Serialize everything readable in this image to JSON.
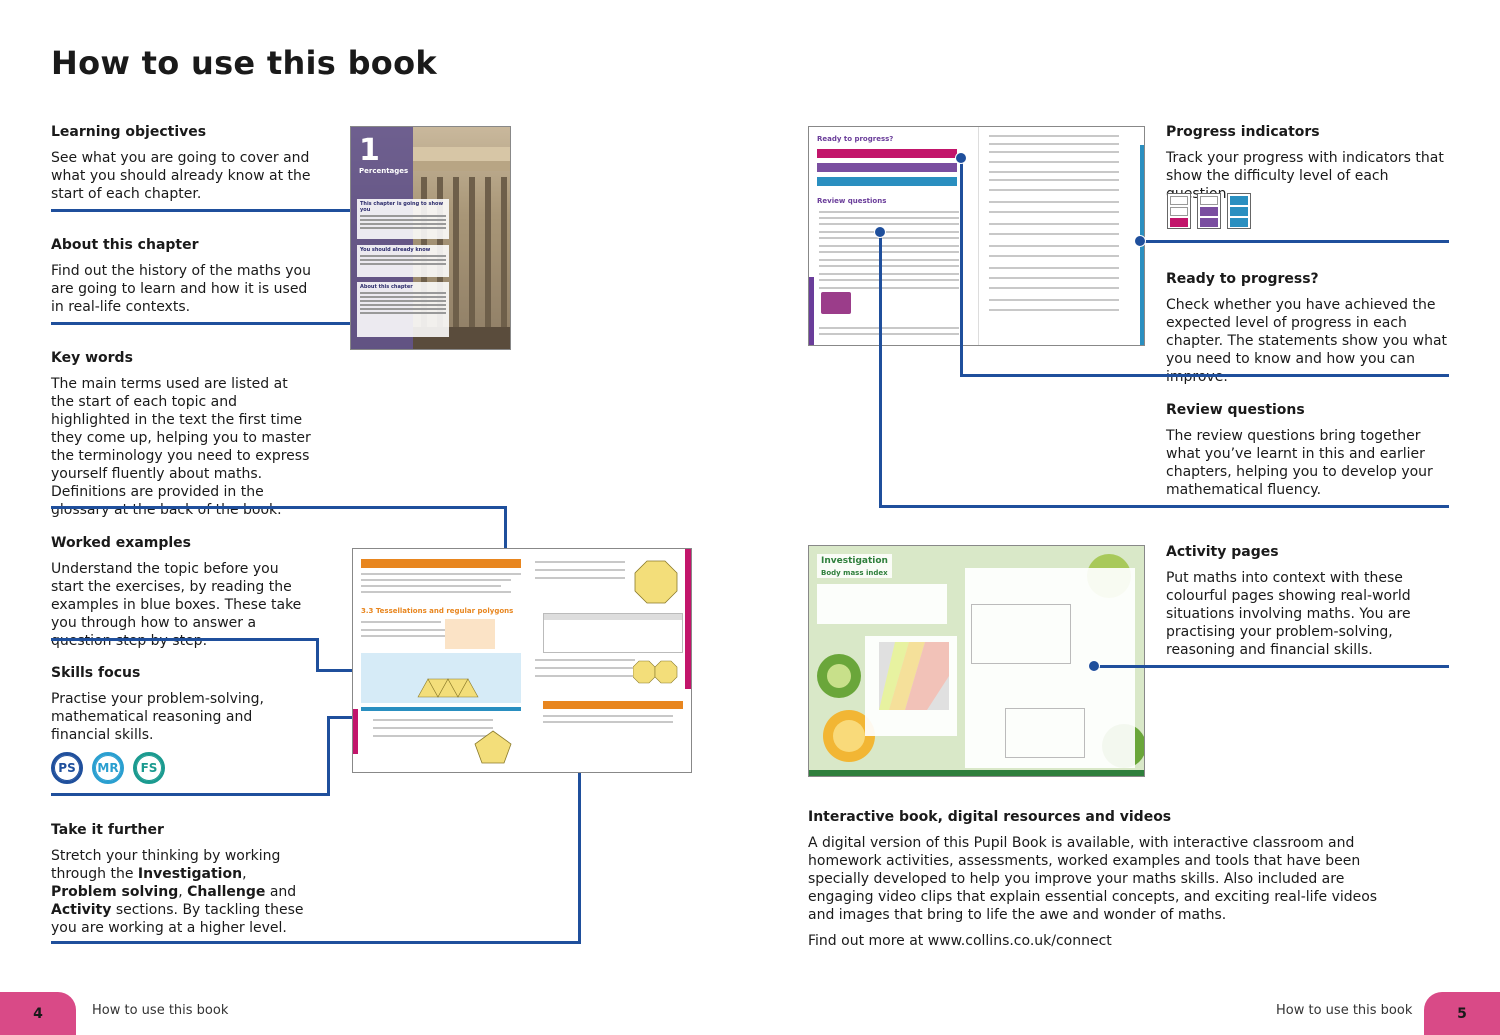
{
  "title": "How to use this book",
  "sections": {
    "learning_objectives": {
      "heading": "Learning objectives",
      "text": "See what you are going to cover and what you should already know at the start of each chapter."
    },
    "about_chapter": {
      "heading": "About this chapter",
      "text": "Find out the history of the maths you are going to learn and how it is used in real-life contexts."
    },
    "key_words": {
      "heading": "Key words",
      "text": "The main terms used are listed at the start of each topic and highlighted in the text the first time they come up, helping you to master the terminology you need to express yourself fluently about maths. Definitions are provided in the glossary at the back of the book."
    },
    "worked_examples": {
      "heading": "Worked examples",
      "text": "Understand the topic before you start the exercises, by reading the examples in blue boxes. These take you through how to answer a question step by step."
    },
    "skills_focus": {
      "heading": "Skills focus",
      "text": "Practise your problem-solving, mathematical reasoning and financial skills."
    },
    "take_further": {
      "heading": "Take it further",
      "t1": "Stretch your thinking by working through the ",
      "b1": "Investigation",
      "t2": ", ",
      "b2": "Problem solving",
      "t3": ", ",
      "b3": "Challenge",
      "t4": " and ",
      "b4": "Activity",
      "t5": " sections. By tackling these you are working at a higher level."
    },
    "progress_indicators": {
      "heading": "Progress indicators",
      "text": "Track your progress with indicators that show the difficulty level of each question."
    },
    "ready_to_progress": {
      "heading": "Ready to progress?",
      "text": "Check whether you have achieved the expected level of progress in each chapter. The statements show you what you need to know and how you can improve."
    },
    "review_questions": {
      "heading": "Review questions",
      "text": "The review questions bring together what you’ve learnt in this and earlier chapters, helping you to develop your mathematical fluency."
    },
    "activity_pages": {
      "heading": "Activity pages",
      "text": "Put maths into context with these colourful pages showing real-world situations involving maths. You are practising your problem-solving, reasoning and financial skills."
    },
    "interactive": {
      "heading": "Interactive book, digital resources and videos",
      "text": "A digital version of this Pupil Book is available, with interactive classroom and homework activities, assessments, worked examples and tools that have been specially developed to help you improve your maths skills. Also included are engaging video clips that explain essential concepts, and exciting real-life videos and images that bring to life the awe and wonder of maths.",
      "link": "Find out more at www.collins.co.uk/connect"
    }
  },
  "badges": [
    {
      "label": "PS",
      "color": "#1f4f9c"
    },
    {
      "label": "MR",
      "color": "#2a9fd0"
    },
    {
      "label": "FS",
      "color": "#1a9a8f"
    }
  ],
  "thumbnails": {
    "opener": {
      "num": "1",
      "title": "Percentages",
      "box1": "This chapter is going to show you",
      "box2": "You should already know",
      "box3": "About this chapter"
    },
    "review": {
      "title1": "Ready to progress?",
      "title2": "Review questions"
    },
    "tess": {
      "heading": "3.3 Tessellations and regular polygons"
    },
    "invest": {
      "title": "Investigation",
      "sub": "Body mass index"
    }
  },
  "footer": {
    "left_num": "4",
    "left_text": "How to use this book",
    "right_text": "How to use this book",
    "right_num": "5"
  },
  "colors": {
    "accent_line": "#1f4f9c",
    "page_tab": "#d94a87"
  }
}
